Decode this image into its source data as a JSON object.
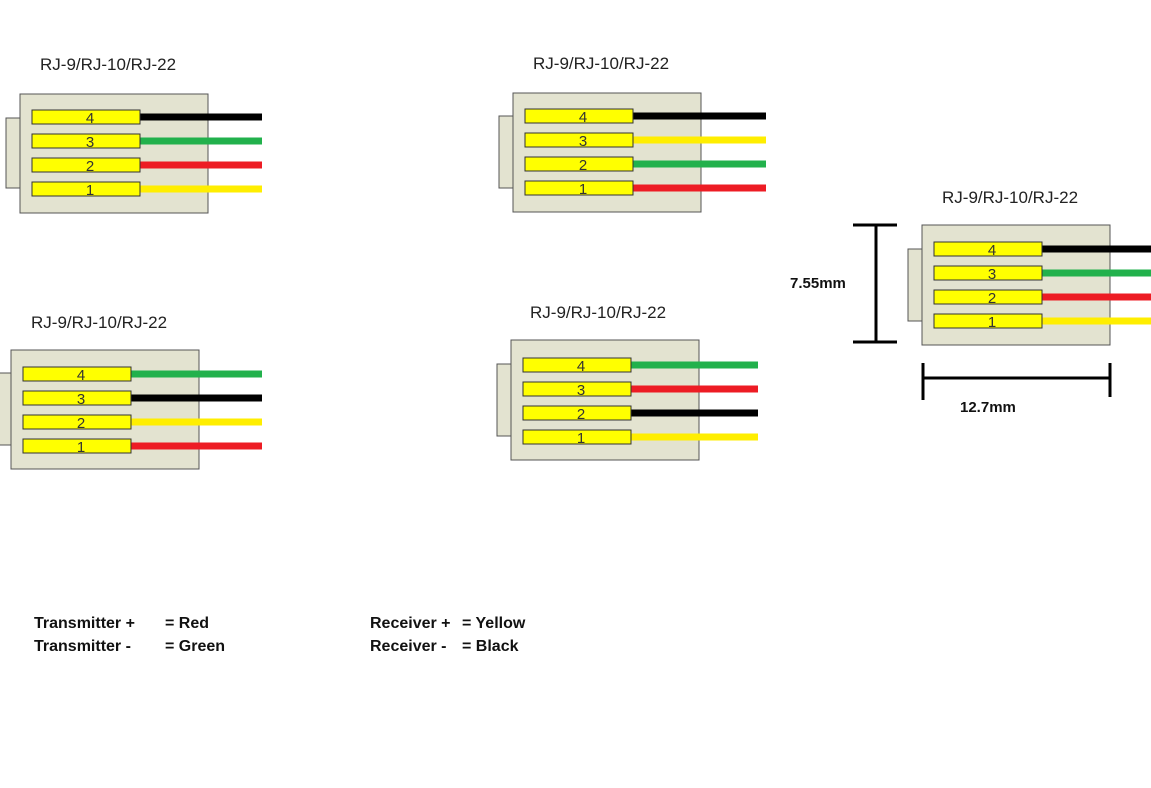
{
  "colors": {
    "body_fill": "#e3e3d0",
    "body_stroke": "#555555",
    "pin_fill": "#ffff00",
    "pin_stroke": "#333333",
    "black": "#000000",
    "green": "#22b14c",
    "red": "#ed1c24",
    "yellow": "#ffee00"
  },
  "connectors": [
    {
      "title": "RJ-9/RJ-10/RJ-22",
      "pins": [
        {
          "num": "4",
          "wire": "black"
        },
        {
          "num": "3",
          "wire": "green"
        },
        {
          "num": "2",
          "wire": "red"
        },
        {
          "num": "1",
          "wire": "yellow"
        }
      ]
    },
    {
      "title": "RJ-9/RJ-10/RJ-22",
      "pins": [
        {
          "num": "4",
          "wire": "black"
        },
        {
          "num": "3",
          "wire": "yellow"
        },
        {
          "num": "2",
          "wire": "green"
        },
        {
          "num": "1",
          "wire": "red"
        }
      ]
    },
    {
      "title": "RJ-9/RJ-10/RJ-22",
      "pins": [
        {
          "num": "4",
          "wire": "green"
        },
        {
          "num": "3",
          "wire": "black"
        },
        {
          "num": "2",
          "wire": "yellow"
        },
        {
          "num": "1",
          "wire": "red"
        }
      ]
    },
    {
      "title": "RJ-9/RJ-10/RJ-22",
      "pins": [
        {
          "num": "4",
          "wire": "green"
        },
        {
          "num": "3",
          "wire": "red"
        },
        {
          "num": "2",
          "wire": "black"
        },
        {
          "num": "1",
          "wire": "yellow"
        }
      ]
    },
    {
      "title": "RJ-9/RJ-10/RJ-22",
      "pins": [
        {
          "num": "4",
          "wire": "black"
        },
        {
          "num": "3",
          "wire": "green"
        },
        {
          "num": "2",
          "wire": "red"
        },
        {
          "num": "1",
          "wire": "yellow"
        }
      ]
    }
  ],
  "dimensions": {
    "height": "7.55mm",
    "width": "12.7mm"
  },
  "legend": {
    "left": [
      {
        "label": "Transmitter +",
        "value": "= Red"
      },
      {
        "label": "Transmitter -",
        "value": "= Green"
      }
    ],
    "right": [
      {
        "label": "Receiver +",
        "value": "= Yellow"
      },
      {
        "label": "Receiver -",
        "value": "= Black"
      }
    ]
  }
}
